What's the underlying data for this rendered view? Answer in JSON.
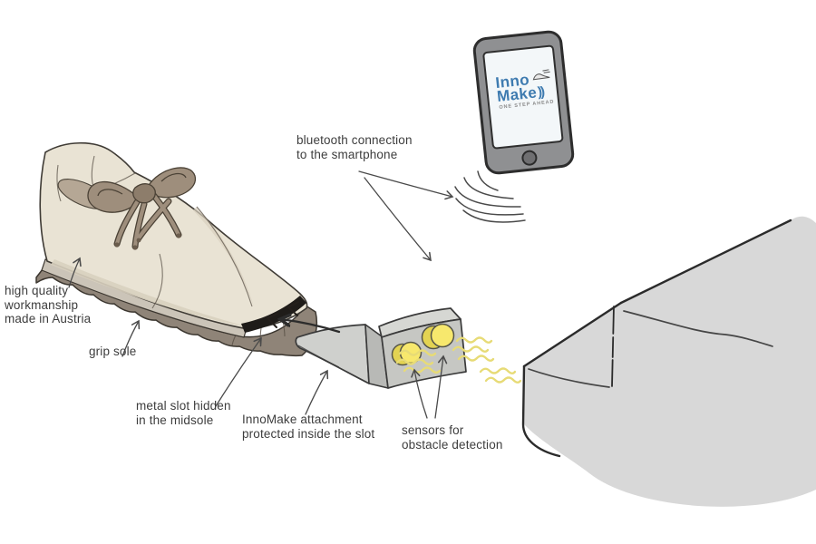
{
  "labels": {
    "bluetooth": "bluetooth connection\nto the smartphone",
    "workmanship": "high quality\nworkmanship\nmade in Austria",
    "grip_sole": "grip sole",
    "metal_slot": "metal slot hidden\nin the midsole",
    "attachment": "InnoMake attachment\nprotected inside the slot",
    "sensors": "sensors for\nobstacle detection"
  },
  "phone": {
    "logo_line1": "Inno",
    "logo_line2": "Make",
    "logo_suffix": "))",
    "tagline": "ONE STEP AHEAD"
  },
  "colors": {
    "logo_blue": "#3e7bb0",
    "text": "#3d3d3d",
    "shoe_upper": "#e9e3d4",
    "shoe_lining": "#b5a795",
    "midsole": "#cbc4b8",
    "outsole": "#8f8478",
    "lace_brown": "#9e8e7c",
    "slot_black": "#1f1c19",
    "attachment_gray": "#c6c7c3",
    "sensor_yellow": "#f7e86d",
    "wave_yellow": "#e7db76",
    "stairs_gray": "#d8d8d8",
    "phone_body": "#8f9092",
    "screen": "#f3f7f9"
  }
}
